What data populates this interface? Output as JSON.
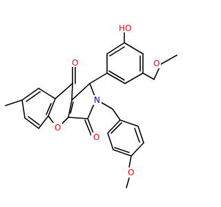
{
  "colors": {
    "background": "#ffffff",
    "bond": "#000000",
    "oxygen": "#ff0000",
    "nitrogen": "#0000ff"
  },
  "atoms": {
    "hydroxyl": {
      "label": "HO",
      "element": "O"
    },
    "ethoxy_o": {
      "label": "O",
      "element": "O"
    },
    "ketone_o": {
      "label": "O",
      "element": "O"
    },
    "nitrogen": {
      "label": "N",
      "element": "N"
    },
    "ring_o": {
      "label": "O",
      "element": "O"
    },
    "lactam_o": {
      "label": "O",
      "element": "O"
    },
    "methoxy_o": {
      "label": "O",
      "element": "O"
    }
  }
}
